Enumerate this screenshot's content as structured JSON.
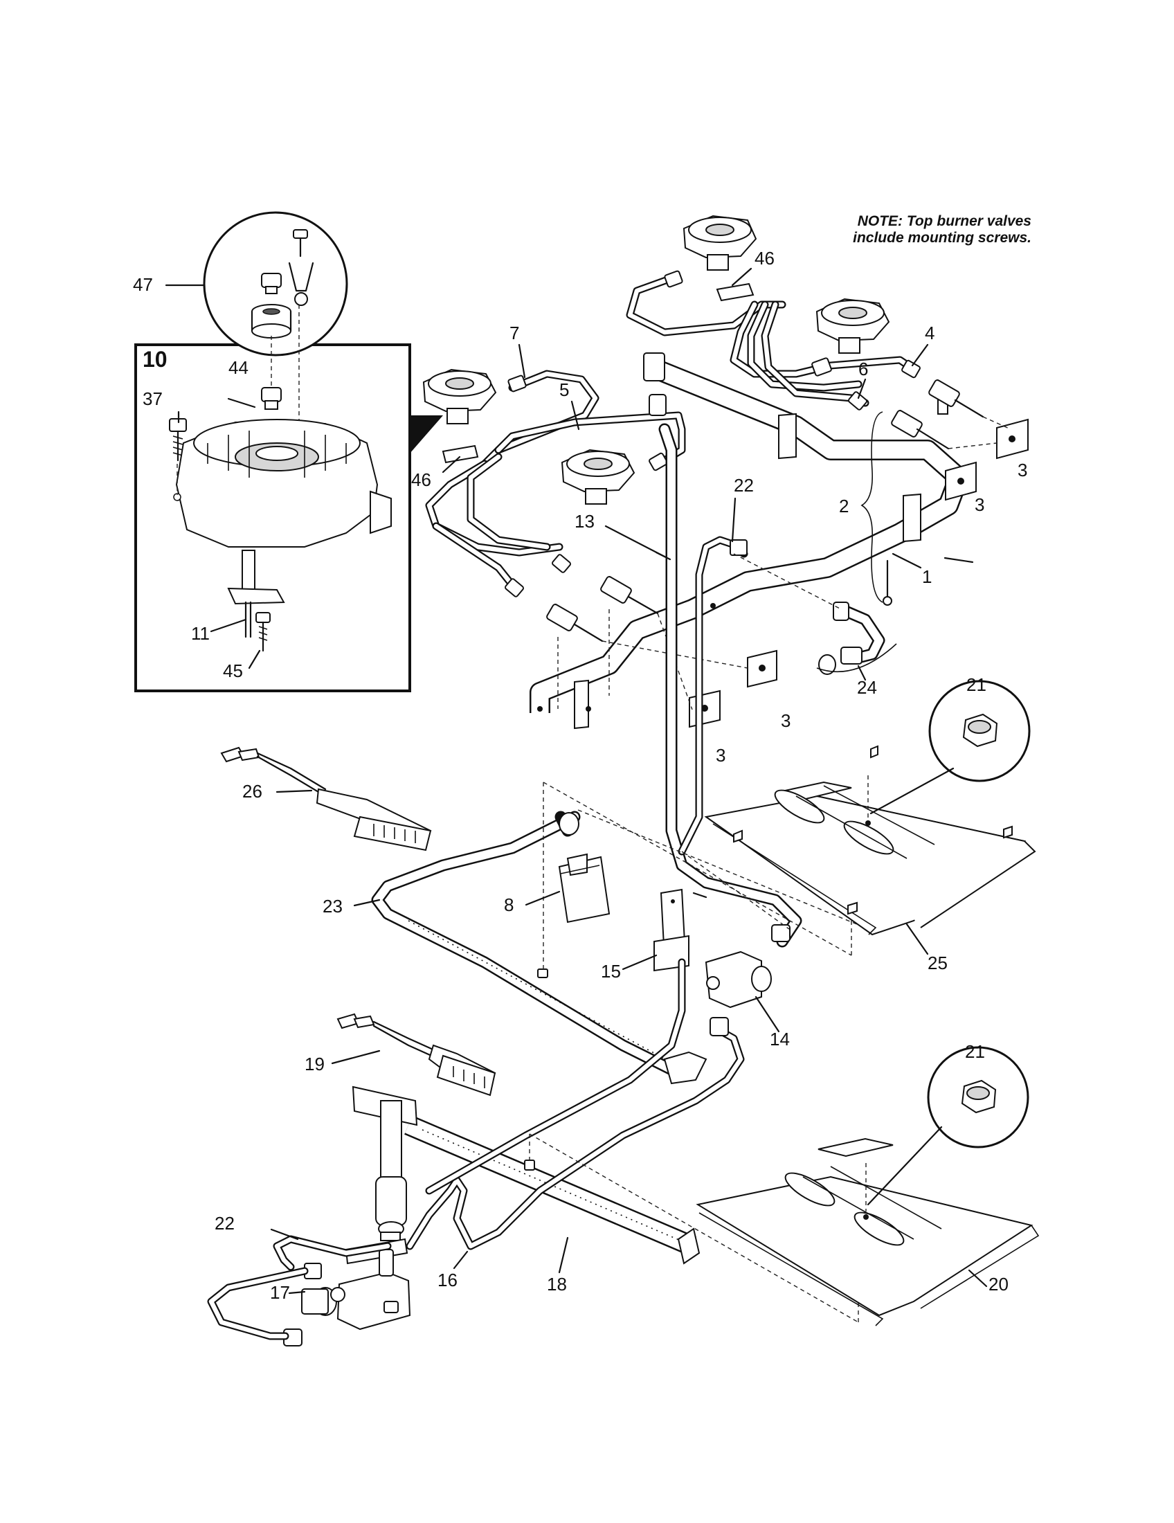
{
  "note": {
    "line1": "NOTE: Top burner valves",
    "line2": "include mounting screws."
  },
  "inset": {
    "label": "10"
  },
  "callouts": {
    "c47": "47",
    "c10": "10",
    "c44": "44",
    "c37": "37",
    "c11": "11",
    "c45": "45",
    "c7": "7",
    "c5": "5",
    "c46a": "46",
    "c46b": "46",
    "c4": "4",
    "c6": "6",
    "c3a": "3",
    "c3b": "3",
    "c2": "2",
    "c22a": "22",
    "c13": "13",
    "c1": "1",
    "c24": "24",
    "c3c": "3",
    "c3d": "3",
    "c21a": "21",
    "c26": "26",
    "c23": "23",
    "c8": "8",
    "c15": "15",
    "c14": "14",
    "c25": "25",
    "c19": "19",
    "c21b": "21",
    "c22b": "22",
    "c17": "17",
    "c16": "16",
    "c18": "18",
    "c20": "20"
  }
}
